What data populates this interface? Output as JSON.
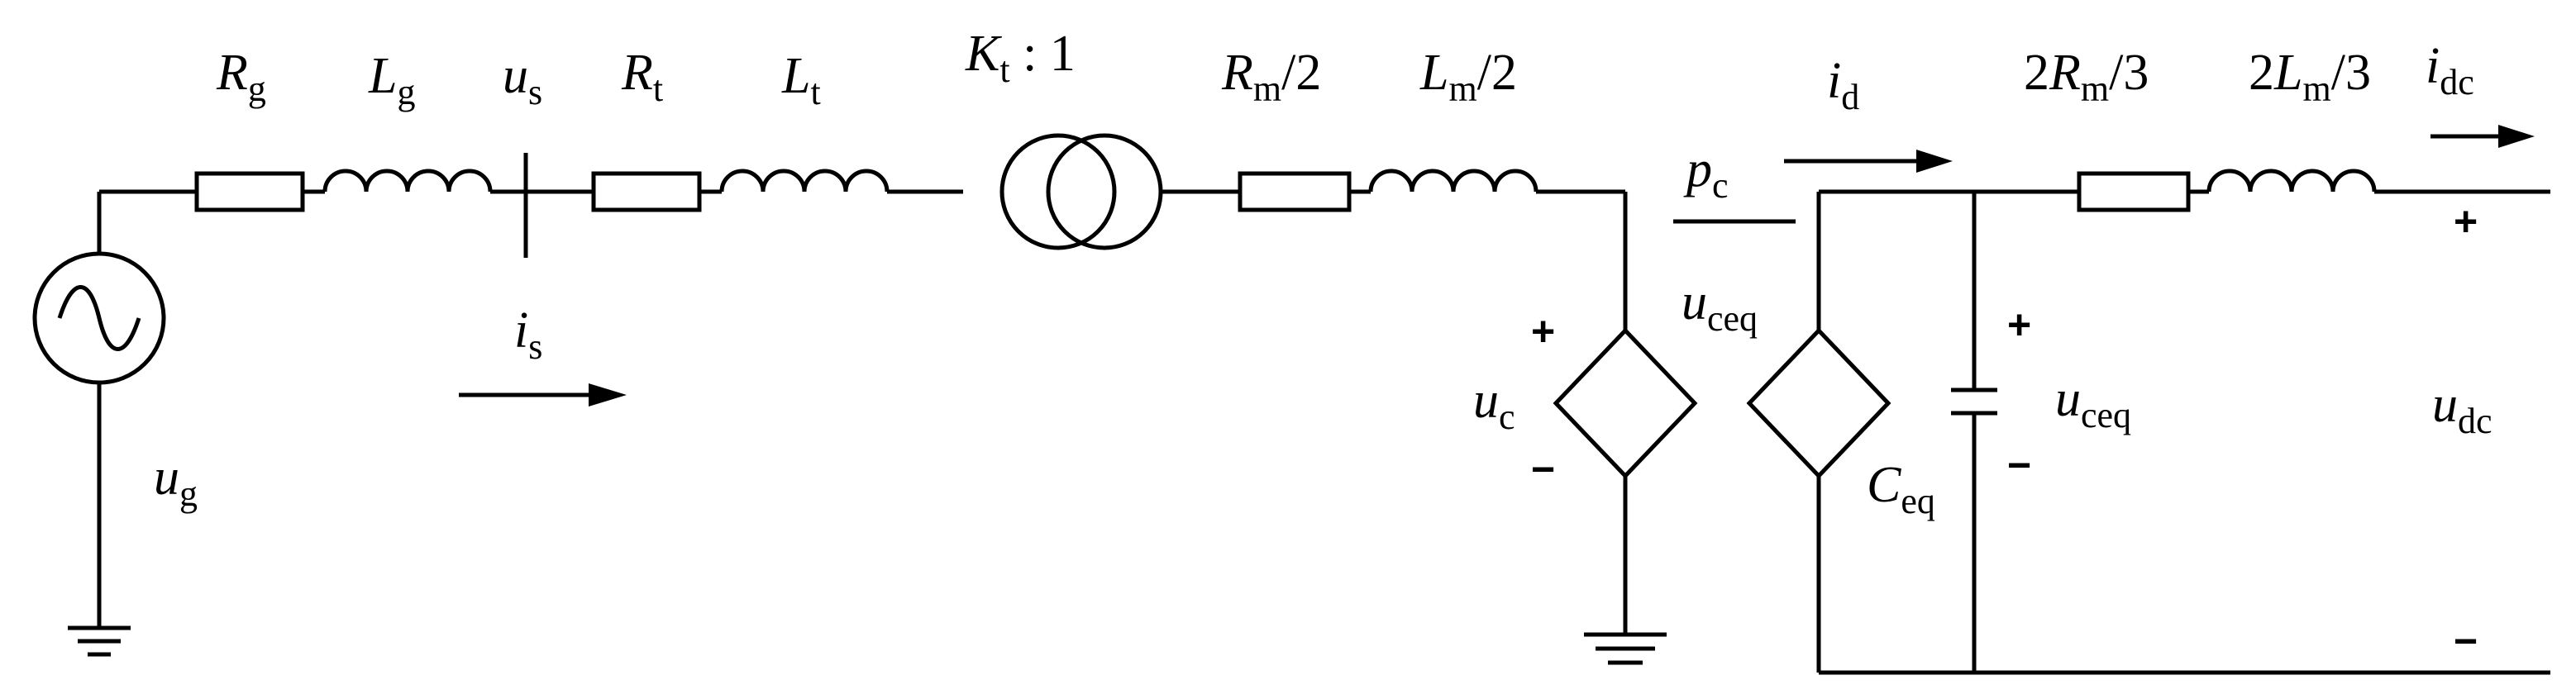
{
  "labels": {
    "Rg": {
      "main": "R",
      "sub": "g"
    },
    "Lg": {
      "main": "L",
      "sub": "g"
    },
    "us": {
      "main": "u",
      "sub": "s"
    },
    "Rt": {
      "main": "R",
      "sub": "t"
    },
    "Lt": {
      "main": "L",
      "sub": "t"
    },
    "Kt": {
      "main": "K",
      "sub": "t",
      "suffix": " : 1"
    },
    "Rm2": {
      "main": "R",
      "sub": "m",
      "suffix": "/2"
    },
    "Lm2": {
      "main": "L",
      "sub": "m",
      "suffix": "/2"
    },
    "id": {
      "main": "i",
      "sub": "d"
    },
    "pc": {
      "main": "p",
      "sub": "c"
    },
    "R2m3": {
      "prefix": "2",
      "main": "R",
      "sub": "m",
      "suffix": "/3"
    },
    "L2m3": {
      "prefix": "2",
      "main": "L",
      "sub": "m",
      "suffix": "/3"
    },
    "idc": {
      "main": "i",
      "sub": "dc"
    },
    "is": {
      "main": "i",
      "sub": "s"
    },
    "ug": {
      "main": "u",
      "sub": "g"
    },
    "uc": {
      "main": "u",
      "sub": "c"
    },
    "uceq_top": {
      "main": "u",
      "sub": "ceq"
    },
    "uceq_right": {
      "main": "u",
      "sub": "ceq"
    },
    "Ceq": {
      "main": "C",
      "sub": "eq"
    },
    "udc": {
      "main": "u",
      "sub": "dc"
    }
  },
  "signs": {
    "plus": "+",
    "minus": "−"
  }
}
